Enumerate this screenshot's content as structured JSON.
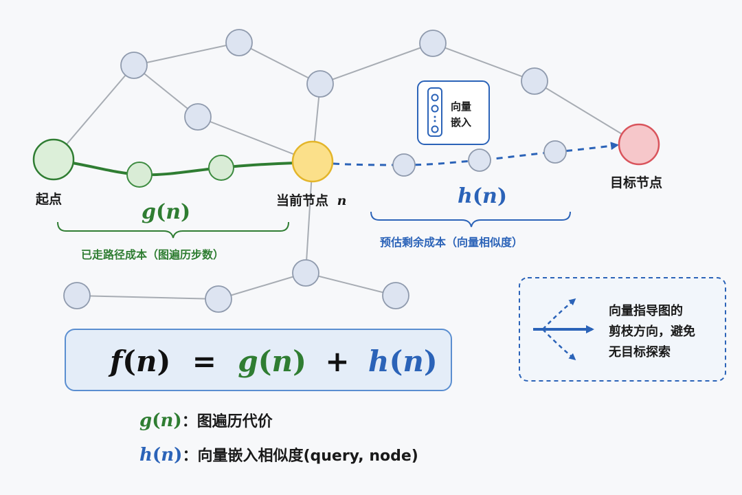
{
  "nodes": {
    "start_label": "起点",
    "current_label": "当前节点",
    "current_var": "n",
    "target_label": "目标节点"
  },
  "embedding_icon": {
    "line1": "向量",
    "line2": "嵌入",
    "icon": "vector-column-icon"
  },
  "g_term": {
    "symbol": "g",
    "var": "n",
    "caption": "已走路径成本（图遍历步数）"
  },
  "h_term": {
    "symbol": "h",
    "var": "n",
    "caption": "预估剩余成本（向量相似度）"
  },
  "formula": {
    "f": "f",
    "g": "g",
    "h": "h",
    "var": "n",
    "equals": "=",
    "plus": "+"
  },
  "legend": {
    "line1": "向量指导图的",
    "line2": "剪枝方向，避免",
    "line3": "无目标探索",
    "icon": "branching-arrows-icon"
  },
  "definitions": [
    {
      "symbol": "g",
      "var": "n",
      "text": "：图遍历代价"
    },
    {
      "symbol": "h",
      "var": "n",
      "text": "：向量嵌入相似度(query, node)"
    }
  ],
  "colors": {
    "path_green": "#2f7d32",
    "heuristic_blue": "#2b63b8",
    "current_yellow": "#fbe08a",
    "target_red": "#f6c7ca",
    "node_fill": "#dde4f1"
  }
}
